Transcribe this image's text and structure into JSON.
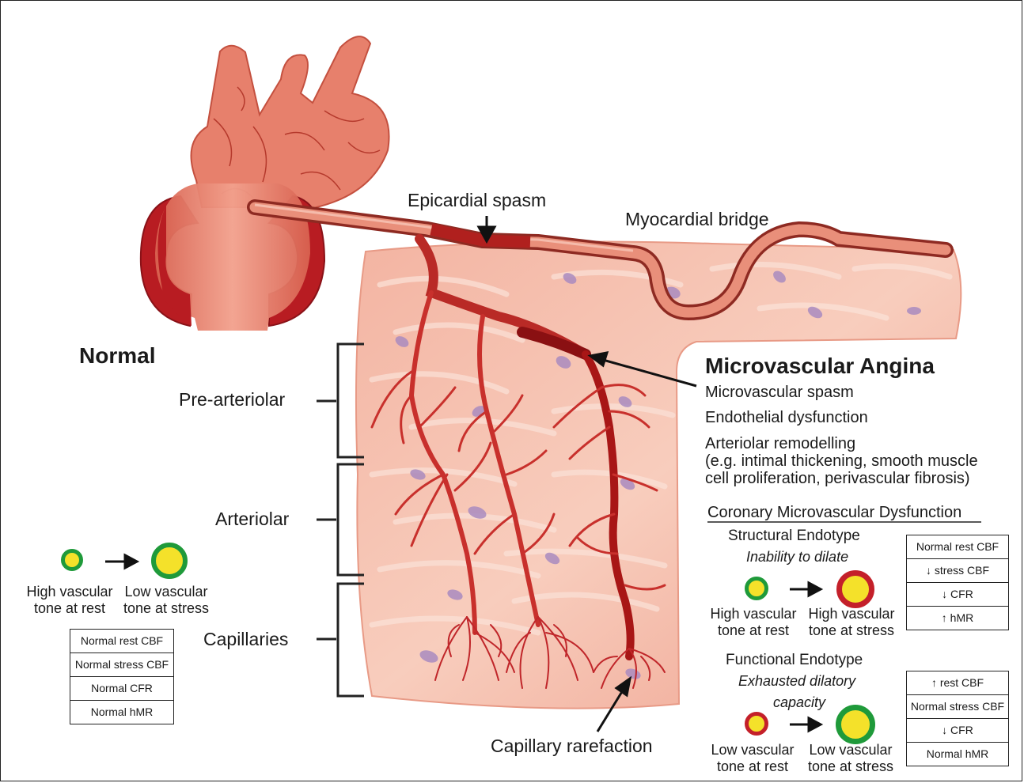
{
  "labels": {
    "epicardial_spasm": "Epicardial spasm",
    "myocardial_bridge": "Myocardial bridge",
    "normal": "Normal",
    "microvascular_angina": "Microvascular Angina",
    "microvascular_spasm": "Microvascular spasm",
    "endothelial_dysfunction": "Endothelial dysfunction",
    "arteriolar_remodelling": "Arteriolar remodelling",
    "remodelling_detail_1": "(e.g. intimal thickening, smooth muscle",
    "remodelling_detail_2": "cell proliferation, perivascular fibrosis)",
    "pre_arteriolar": "Pre-arteriolar",
    "arteriolar": "Arteriolar",
    "capillaries": "Capillaries",
    "capillary_rarefaction": "Capillary rarefaction",
    "cmd_title": "Coronary Microvascular Dysfunction",
    "structural_endotype": "Structural Endotype",
    "inability_to_dilate": "Inability to dilate",
    "functional_endotype": "Functional Endotype",
    "exhausted_1": "Exhausted dilatory",
    "exhausted_2": "capacity"
  },
  "normal": {
    "rest_label_1": "High vascular",
    "rest_label_2": "tone at rest",
    "stress_label_1": "Low vascular",
    "stress_label_2": "tone at stress",
    "table": [
      "Normal rest CBF",
      "Normal stress CBF",
      "Normal CFR",
      "Normal hMR"
    ]
  },
  "structural": {
    "rest_label_1": "High vascular",
    "rest_label_2": "tone at rest",
    "stress_label_1": "High vascular",
    "stress_label_2": "tone at stress",
    "table": [
      "Normal rest CBF",
      "↓   stress CBF",
      "↓   CFR",
      "↑   hMR"
    ]
  },
  "functional": {
    "rest_label_1": "Low vascular",
    "rest_label_2": "tone at rest",
    "stress_label_1": "Low vascular",
    "stress_label_2": "tone at stress",
    "table": [
      "↑   rest CBF",
      "Normal stress CBF",
      "↓   CFR",
      "Normal hMR"
    ]
  },
  "colors": {
    "vessel": "#c8302c",
    "vessel_dark": "#9e1a1a",
    "tissue": "#f2b2a0",
    "cell": "#a98bc0",
    "ring_green": "#1f9a3a",
    "ring_red": "#c4202a",
    "lumen_yellow": "#f4e12a"
  }
}
